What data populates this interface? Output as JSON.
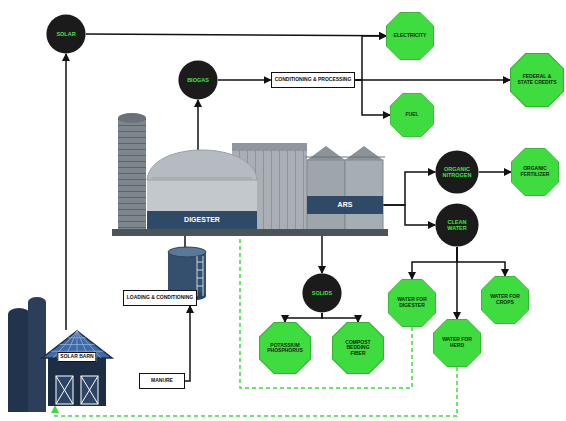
{
  "diagram": {
    "nodes": [
      {
        "text": [
          "SOLAR"
        ]
      },
      {
        "text": [
          "ELECTRICITY"
        ]
      },
      {
        "text": [
          "BIOGAS"
        ]
      },
      {
        "text": [
          "CONDITIONING & PROCESSING"
        ]
      },
      {
        "text": [
          "FEDERAL & STATE CREDITS"
        ]
      },
      {
        "text": [
          "FUEL"
        ]
      },
      {
        "text": [
          "DIGESTER"
        ]
      },
      {
        "text": [
          "ARS"
        ]
      },
      {
        "text": [
          "ORGANIC NITROGEN"
        ]
      },
      {
        "text": [
          "ORGANIC FERTILIZER"
        ]
      },
      {
        "text": [
          "CLEAN WATER"
        ]
      },
      {
        "text": [
          "SOLIDS"
        ]
      },
      {
        "text": [
          "LOADING & CONDITIONING"
        ]
      },
      {
        "text": [
          "WATER FOR DIGESTER"
        ]
      },
      {
        "text": [
          "WATER FOR CROPS"
        ]
      },
      {
        "text": [
          "WATER FOR HERD"
        ]
      },
      {
        "text": [
          "POTASSIUM PHOSPHORUS"
        ]
      },
      {
        "text": [
          "COMPOST BEDDING FIBER"
        ]
      },
      {
        "text": [
          "SOLAR BARN"
        ]
      },
      {
        "text": [
          "MANURE"
        ]
      }
    ],
    "edges": [
      {
        "from": 0,
        "to": 1,
        "arrow": "to"
      },
      {
        "from": 18,
        "to": 0,
        "arrow": "to"
      },
      {
        "from": 2,
        "to": 3,
        "arrow": "to"
      },
      {
        "from": 3,
        "to": 1,
        "arrow": "to"
      },
      {
        "from": 3,
        "to": 4,
        "arrow": "to"
      },
      {
        "from": 3,
        "to": 5,
        "arrow": "to"
      },
      {
        "from": 6,
        "to": 2,
        "arrow": "to"
      },
      {
        "from": 7,
        "to": 8,
        "arrow": "to"
      },
      {
        "from": 8,
        "to": 9,
        "arrow": "to"
      },
      {
        "from": 7,
        "to": 10,
        "arrow": "to"
      },
      {
        "from": 10,
        "to": 13,
        "arrow": "to"
      },
      {
        "from": 10,
        "to": 15,
        "arrow": "to"
      },
      {
        "from": 10,
        "to": 14,
        "arrow": "to"
      },
      {
        "from": 7,
        "to": 11,
        "arrow": "to"
      },
      {
        "from": 11,
        "to": 16,
        "arrow": "to"
      },
      {
        "from": 11,
        "to": 17,
        "arrow": "to"
      },
      {
        "from": 12,
        "to": 6,
        "arrow": "to"
      },
      {
        "from": 19,
        "to": 12,
        "arrow": "to"
      },
      {
        "from": 13,
        "to": 6,
        "arrow": "to"
      },
      {
        "from": 15,
        "to": 18,
        "arrow": "to"
      }
    ]
  }
}
